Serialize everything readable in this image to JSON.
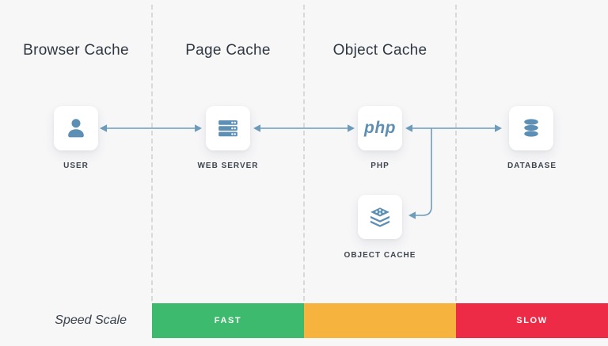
{
  "columns": [
    {
      "heading": "Browser Cache"
    },
    {
      "heading": "Page Cache"
    },
    {
      "heading": "Object Cache"
    }
  ],
  "nodes": {
    "user": {
      "label": "USER",
      "icon": "user-icon"
    },
    "web_server": {
      "label": "WEB SERVER",
      "icon": "server-icon"
    },
    "php": {
      "label": "PHP",
      "icon": "php-logo",
      "logo_text": "php"
    },
    "database": {
      "label": "DATABASE",
      "icon": "database-icon"
    },
    "object_cache": {
      "label": "OBJECT CACHE",
      "icon": "cache-stack-icon"
    }
  },
  "speed_scale": {
    "label": "Speed Scale",
    "segments": [
      {
        "label": "FAST",
        "color": "#3dba6d"
      },
      {
        "label": "",
        "color": "#f6b33e"
      },
      {
        "label": "SLOW",
        "color": "#ee2b47"
      }
    ]
  },
  "colors": {
    "background": "#f7f7f8",
    "icon_blue": "#5d8fb4",
    "arrow_blue": "#6d9cbd",
    "heading_text": "#2f3842",
    "label_text": "#3e454f",
    "divider_gray": "#d9d9dd"
  }
}
